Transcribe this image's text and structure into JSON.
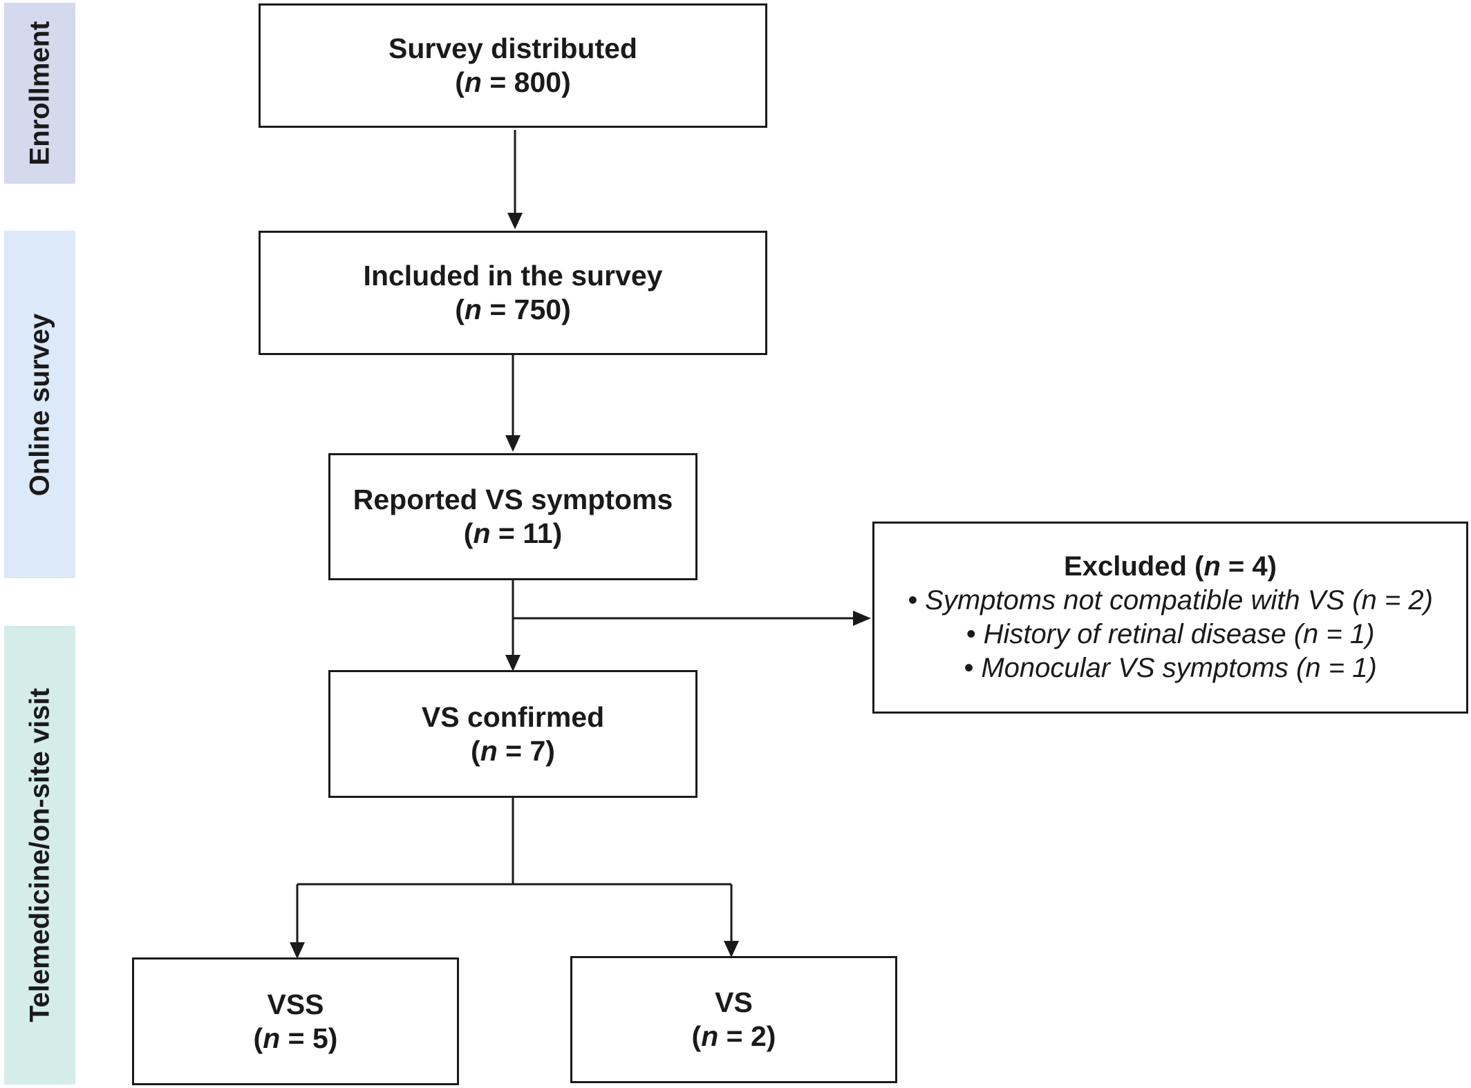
{
  "phases": [
    {
      "label": "Enrollment",
      "color": "#d5d9ee"
    },
    {
      "label": "Online survey",
      "color": "#dbe9f8"
    },
    {
      "label": "Telemedicine/on-site visit",
      "color": "#d4ede8"
    }
  ],
  "n_symbol": "n",
  "nodes": {
    "distributed": {
      "title": "Survey distributed",
      "n": "800"
    },
    "included": {
      "title": "Included in the survey",
      "n": "750"
    },
    "reported": {
      "title": "Reported VS symptoms",
      "n": "11"
    },
    "confirmed": {
      "title": "VS confirmed",
      "n": "7"
    },
    "vss": {
      "title": "VSS",
      "n": "5"
    },
    "vs": {
      "title": "VS",
      "n": "2"
    }
  },
  "excluded": {
    "title": "Excluded",
    "n": "4",
    "items": [
      "• Symptoms not compatible with VS (n = 2)",
      "• History of retinal disease (n = 1)",
      "• Monocular VS symptoms (n = 1)"
    ]
  },
  "colors": {
    "line": "#1a1a1a"
  }
}
